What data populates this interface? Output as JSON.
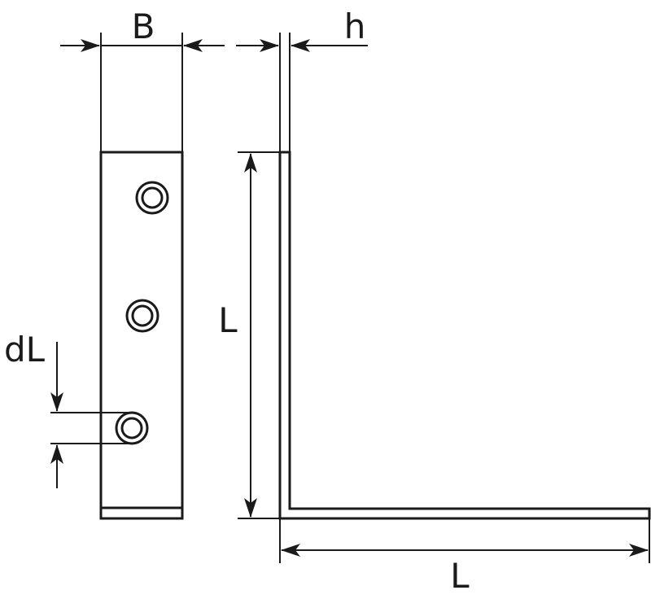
{
  "labels": {
    "width": "B",
    "thickness": "h",
    "hole_offset": "dL",
    "vertical_length": "L",
    "horizontal_length": "L"
  },
  "colors": {
    "stroke": "#1a1a1a",
    "background": "#ffffff"
  }
}
